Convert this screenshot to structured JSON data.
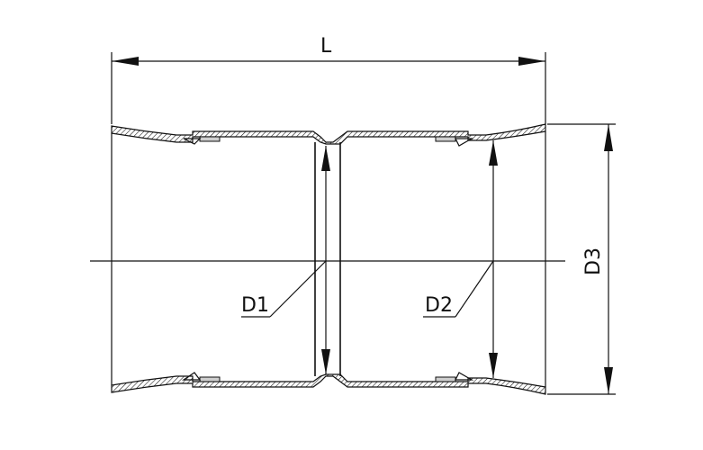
{
  "labels": {
    "length": "L",
    "inner_diameter_1": "D1",
    "inner_diameter_2": "D2",
    "outer_diameter_3": "D3"
  },
  "colors": {
    "stroke": "#111111",
    "hatch_fill": "#cfcfcf",
    "background": "#ffffff"
  }
}
